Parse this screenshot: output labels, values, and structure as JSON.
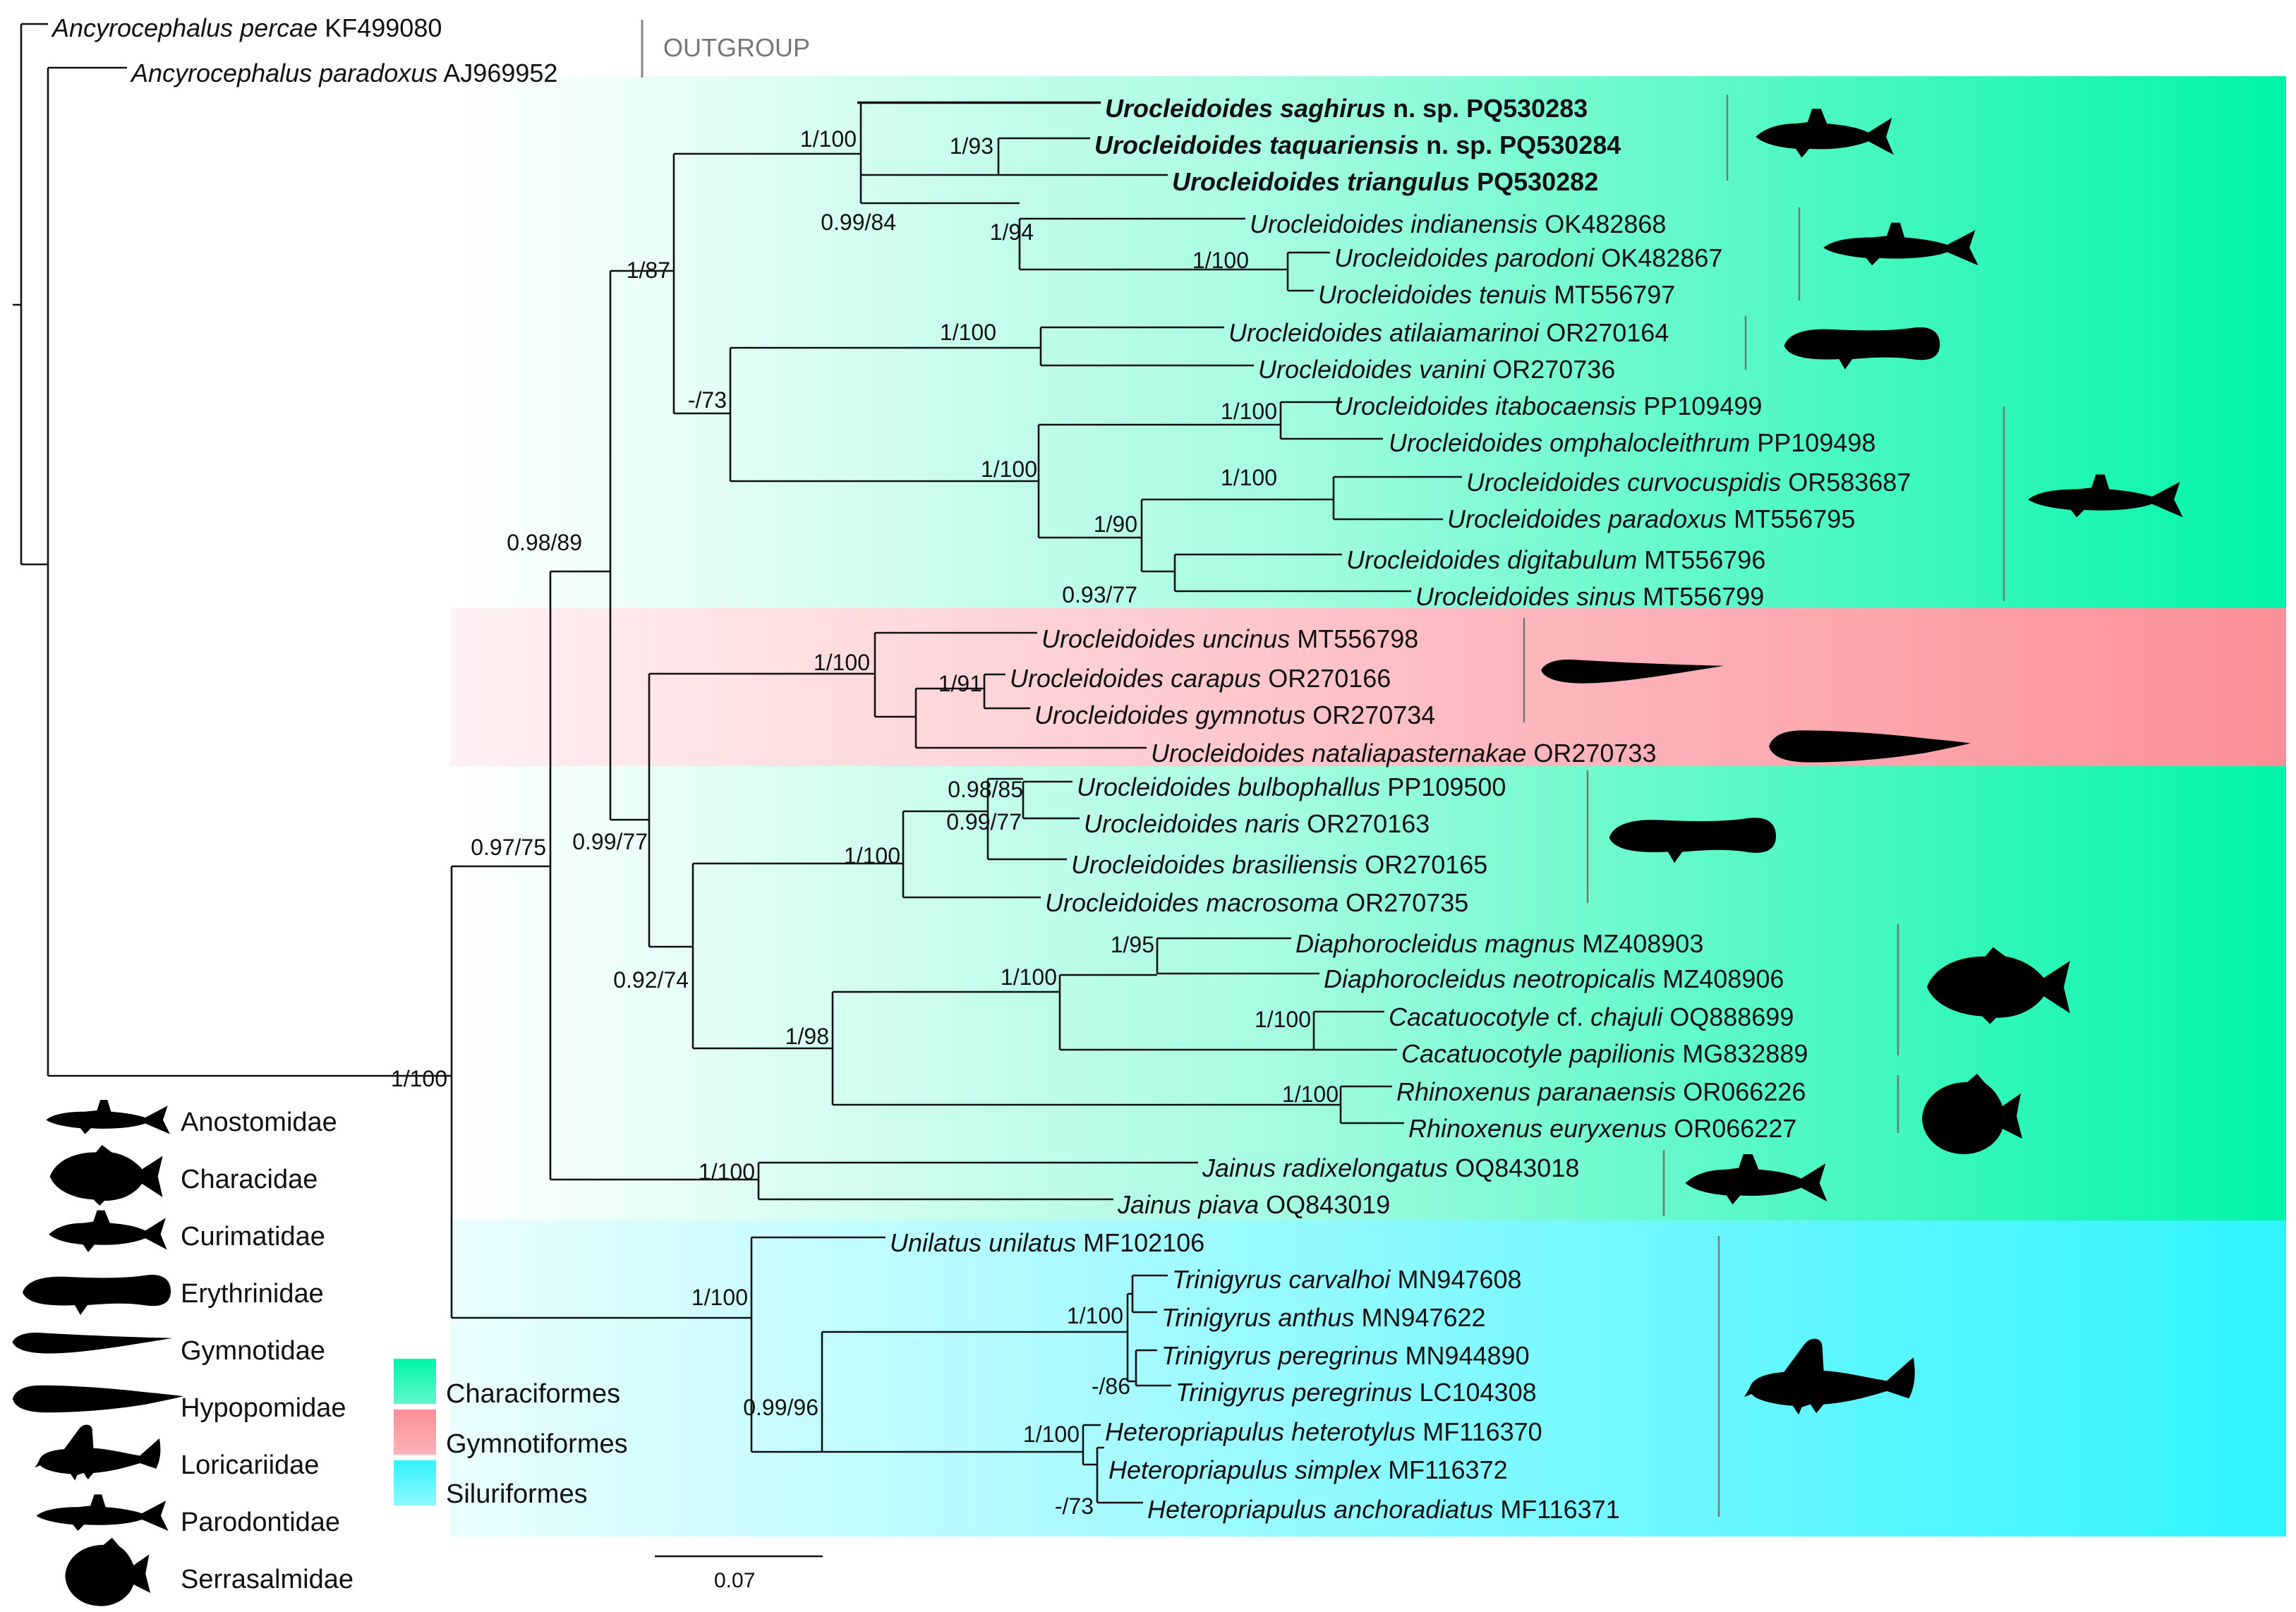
{
  "outgroup_label": "OUTGROUP",
  "scale_label": "0.07",
  "colors": {
    "characiformes": "#00f5a8",
    "gymnotiformes": "#fb8f98",
    "siluriformes": "#2ff4ff",
    "branch": "#111111",
    "silhouette": "#000000"
  },
  "order_legend": [
    {
      "label": "Characiformes",
      "color": "#00f5a8"
    },
    {
      "label": "Gymnotiformes",
      "color": "#fb8f98"
    },
    {
      "label": "Siluriformes",
      "color": "#2ff4ff"
    }
  ],
  "family_legend": [
    {
      "label": "Anostomidae",
      "icon": "anostomid-fish-icon"
    },
    {
      "label": "Characidae",
      "icon": "characid-fish-icon"
    },
    {
      "label": "Curimatidae",
      "icon": "curimatid-fish-icon"
    },
    {
      "label": "Erythrinidae",
      "icon": "erythrinid-fish-icon"
    },
    {
      "label": "Gymnotidae",
      "icon": "gymnotid-fish-icon"
    },
    {
      "label": "Hypopomidae",
      "icon": "hypopomid-fish-icon"
    },
    {
      "label": "Loricariidae",
      "icon": "loricariid-fish-icon"
    },
    {
      "label": "Parodontidae",
      "icon": "parodontid-fish-icon"
    },
    {
      "label": "Serrasalmidae",
      "icon": "serrasalmid-fish-icon"
    }
  ],
  "taxa": [
    {
      "name": "Ancyrocephalus percae",
      "mid": "",
      "acc": "KF499080",
      "bold": false
    },
    {
      "name": "Ancyrocephalus paradoxus",
      "mid": "",
      "acc": "AJ969952",
      "bold": false
    },
    {
      "name": "Urocleidoides saghirus",
      "mid": "n. sp.",
      "acc": "PQ530283",
      "bold": true
    },
    {
      "name": "Urocleidoides taquariensis",
      "mid": "n. sp.",
      "acc": "PQ530284",
      "bold": true
    },
    {
      "name": "Urocleidoides triangulus",
      "mid": "",
      "acc": "PQ530282",
      "bold": true
    },
    {
      "name": "Urocleidoides indianensis",
      "mid": "",
      "acc": "OK482868",
      "bold": false
    },
    {
      "name": "Urocleidoides parodoni",
      "mid": "",
      "acc": "OK482867",
      "bold": false
    },
    {
      "name": "Urocleidoides tenuis",
      "mid": "",
      "acc": "MT556797",
      "bold": false
    },
    {
      "name": "Urocleidoides atilaiamarinoi",
      "mid": "",
      "acc": "OR270164",
      "bold": false
    },
    {
      "name": "Urocleidoides vanini",
      "mid": "",
      "acc": "OR270736",
      "bold": false
    },
    {
      "name": "Urocleidoides itabocaensis",
      "mid": "",
      "acc": "PP109499",
      "bold": false
    },
    {
      "name": "Urocleidoides omphalocleithrum",
      "mid": "",
      "acc": "PP109498",
      "bold": false
    },
    {
      "name": "Urocleidoides curvocuspidis",
      "mid": "",
      "acc": "OR583687",
      "bold": false
    },
    {
      "name": "Urocleidoides paradoxus",
      "mid": "",
      "acc": "MT556795",
      "bold": false
    },
    {
      "name": "Urocleidoides digitabulum",
      "mid": "",
      "acc": "MT556796",
      "bold": false
    },
    {
      "name": "Urocleidoides sinus",
      "mid": "",
      "acc": "MT556799",
      "bold": false
    },
    {
      "name": "Urocleidoides uncinus",
      "mid": "",
      "acc": "MT556798",
      "bold": false
    },
    {
      "name": "Urocleidoides carapus",
      "mid": "",
      "acc": "OR270166",
      "bold": false
    },
    {
      "name": "Urocleidoides gymnotus",
      "mid": "",
      "acc": "OR270734",
      "bold": false
    },
    {
      "name": "Urocleidoides nataliapasternakae",
      "mid": "",
      "acc": "OR270733",
      "bold": false
    },
    {
      "name": "Urocleidoides bulbophallus",
      "mid": "",
      "acc": "PP109500",
      "bold": false
    },
    {
      "name": "Urocleidoides naris",
      "mid": "",
      "acc": "OR270163",
      "bold": false
    },
    {
      "name": "Urocleidoides brasiliensis",
      "mid": "",
      "acc": "OR270165",
      "bold": false
    },
    {
      "name": "Urocleidoides macrosoma",
      "mid": "",
      "acc": "OR270735",
      "bold": false
    },
    {
      "name": "Diaphorocleidus magnus",
      "mid": "",
      "acc": "MZ408903",
      "bold": false
    },
    {
      "name": "Diaphorocleidus neotropicalis",
      "mid": "",
      "acc": "MZ408906",
      "bold": false
    },
    {
      "name": "Cacatuocotyle",
      "mid": "cf.",
      "name2": "chajuli",
      "acc": "OQ888699",
      "bold": false
    },
    {
      "name": "Cacatuocotyle papilionis",
      "mid": "",
      "acc": "MG832889",
      "bold": false
    },
    {
      "name": "Rhinoxenus paranaensis",
      "mid": "",
      "acc": "OR066226",
      "bold": false
    },
    {
      "name": "Rhinoxenus euryxenus",
      "mid": "",
      "acc": "OR066227",
      "bold": false
    },
    {
      "name": "Jainus radixelongatus",
      "mid": "",
      "acc": "OQ843018",
      "bold": false
    },
    {
      "name": "Jainus piava",
      "mid": "",
      "acc": "OQ843019",
      "bold": false
    },
    {
      "name": "Unilatus unilatus",
      "mid": "",
      "acc": "MF102106",
      "bold": false
    },
    {
      "name": "Trinigyrus carvalhoi",
      "mid": "",
      "acc": "MN947608",
      "bold": false
    },
    {
      "name": "Trinigyrus anthus",
      "mid": "",
      "acc": "MN947622",
      "bold": false
    },
    {
      "name": "Trinigyrus peregrinus",
      "mid": "",
      "acc": "MN944890",
      "bold": false
    },
    {
      "name": "Trinigyrus peregrinus",
      "mid": "",
      "acc": "LC104308",
      "bold": false
    },
    {
      "name": "Heteropriapulus heterotylus",
      "mid": "",
      "acc": "MF116370",
      "bold": false
    },
    {
      "name": "Heteropriapulus simplex",
      "mid": "",
      "acc": "MF116372",
      "bold": false
    },
    {
      "name": "Heteropriapulus anchoradiatus",
      "mid": "",
      "acc": "MF116371",
      "bold": false
    }
  ],
  "supports": [
    "1/100",
    "1/93",
    "0.99/84",
    "1/94",
    "1/100",
    "1/87",
    "1/100",
    "-/73",
    "1/100",
    "1/100",
    "1/100",
    "1/90",
    "0.93/77",
    "0.98/89",
    "1/100",
    "1/91",
    "0.99/77",
    "0.98/85",
    "0.99/77",
    "1/100",
    "0.92/74",
    "1/95",
    "1/100",
    "1/100",
    "1/98",
    "1/100",
    "1/100",
    "0.97/75",
    "1/100",
    "1/100",
    "-/86",
    "1/100",
    "-/73",
    "0.99/96",
    "1/100"
  ]
}
